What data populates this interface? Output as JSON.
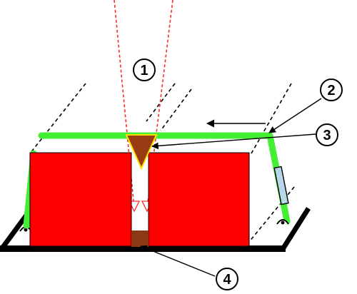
{
  "colors": {
    "block": "#ff0000",
    "block_outline": "#000000",
    "frame": "#44ee33",
    "wedge": "#9a3a12",
    "wedge_outline": "#ffe000",
    "beam_lines": "#ff2a2a",
    "base": "#000000",
    "bottom_piece": "#8b3a14",
    "slider": "#b8d8e8",
    "dashed_guides": "#000000",
    "arrow": "#000000"
  },
  "callouts": [
    {
      "id": "1",
      "label": "1"
    },
    {
      "id": "2",
      "label": "2"
    },
    {
      "id": "3",
      "label": "3"
    },
    {
      "id": "4",
      "label": "4"
    }
  ]
}
